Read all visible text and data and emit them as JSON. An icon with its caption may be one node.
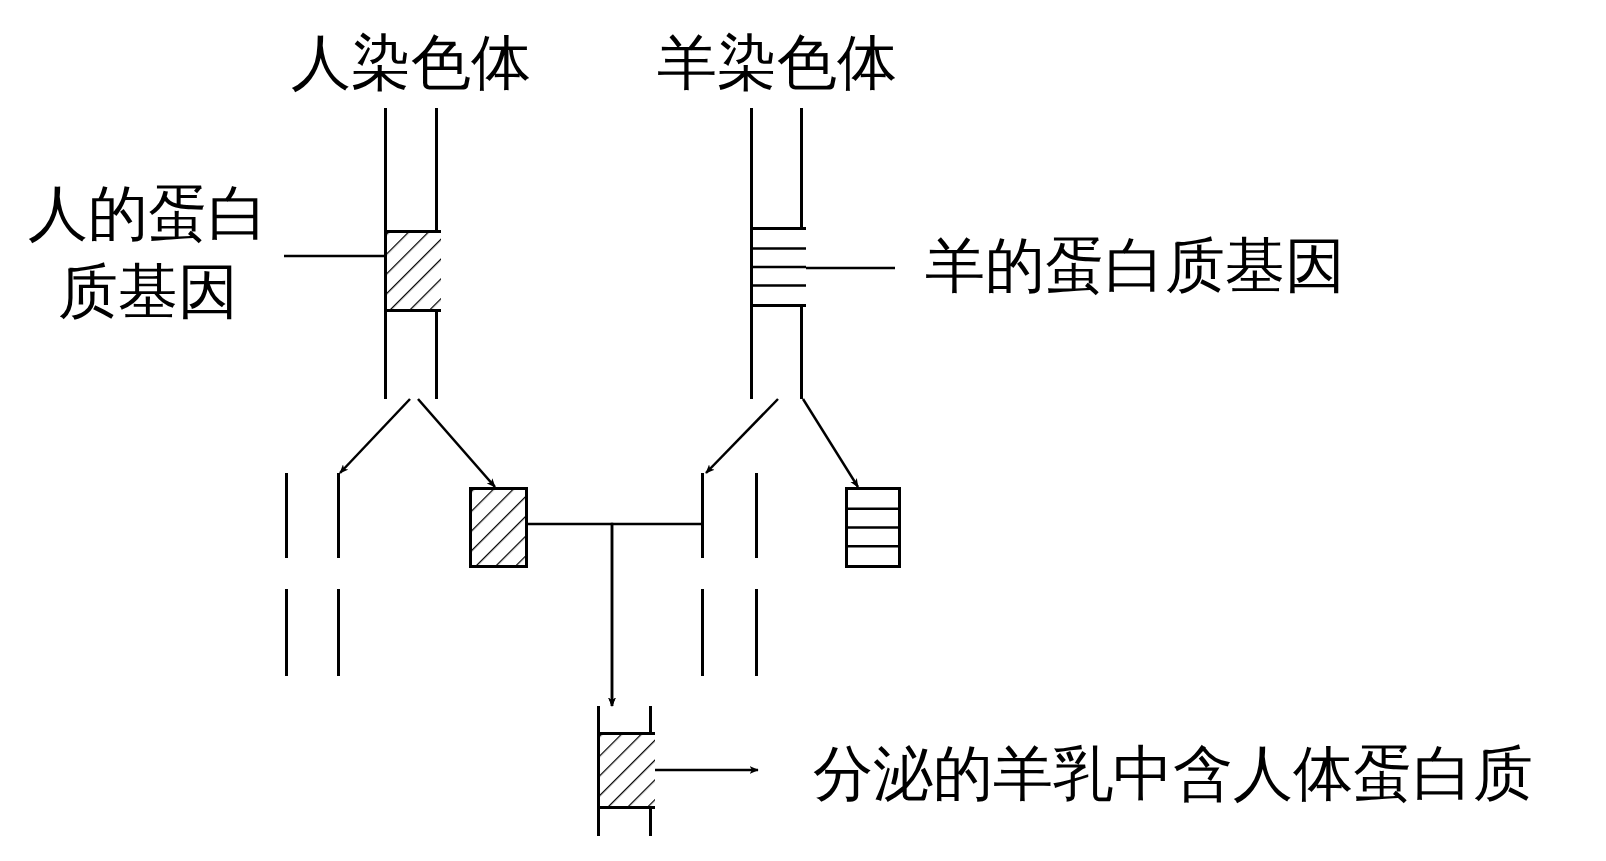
{
  "diagram": {
    "nodes": [
      {
        "text": [],
        "shape": "bar",
        "beside": [
          "人染色体"
        ]
      },
      {
        "text": [],
        "shape": "box",
        "in": 0
      },
      {
        "text": [
          "人的蛋白质基因"
        ]
      },
      {
        "text": [],
        "shape": "bar",
        "beside": [
          "羊染色体"
        ]
      },
      {
        "text": [],
        "shape": "box",
        "in": 3
      },
      {
        "text": [
          "羊的蛋白质基因"
        ]
      },
      {
        "text": [],
        "shape": "bar"
      },
      {
        "text": [],
        "shape": "box"
      },
      {
        "text": [],
        "shape": "bar"
      },
      {
        "text": [],
        "shape": "box"
      },
      {
        "text": [],
        "shape": "bar"
      },
      {
        "text": [],
        "shape": "box",
        "in": 10
      },
      {
        "text": [
          "分泌的羊乳中含人体蛋白质"
        ]
      }
    ],
    "edges": [
      {
        "from": 2,
        "to": 1,
        "arrow": "none"
      },
      {
        "from": 5,
        "to": 4,
        "arrow": "none"
      },
      {
        "from": 0,
        "to": 6,
        "arrow": "to"
      },
      {
        "from": 0,
        "to": 7,
        "arrow": "to"
      },
      {
        "from": 3,
        "to": 8,
        "arrow": "to"
      },
      {
        "from": 3,
        "to": 9,
        "arrow": "to"
      },
      {
        "from": 7,
        "to": 10,
        "arrow": "to"
      },
      {
        "from": 8,
        "to": 10,
        "arrow": "to"
      },
      {
        "from": 10,
        "to": 12,
        "arrow": "to"
      }
    ]
  }
}
